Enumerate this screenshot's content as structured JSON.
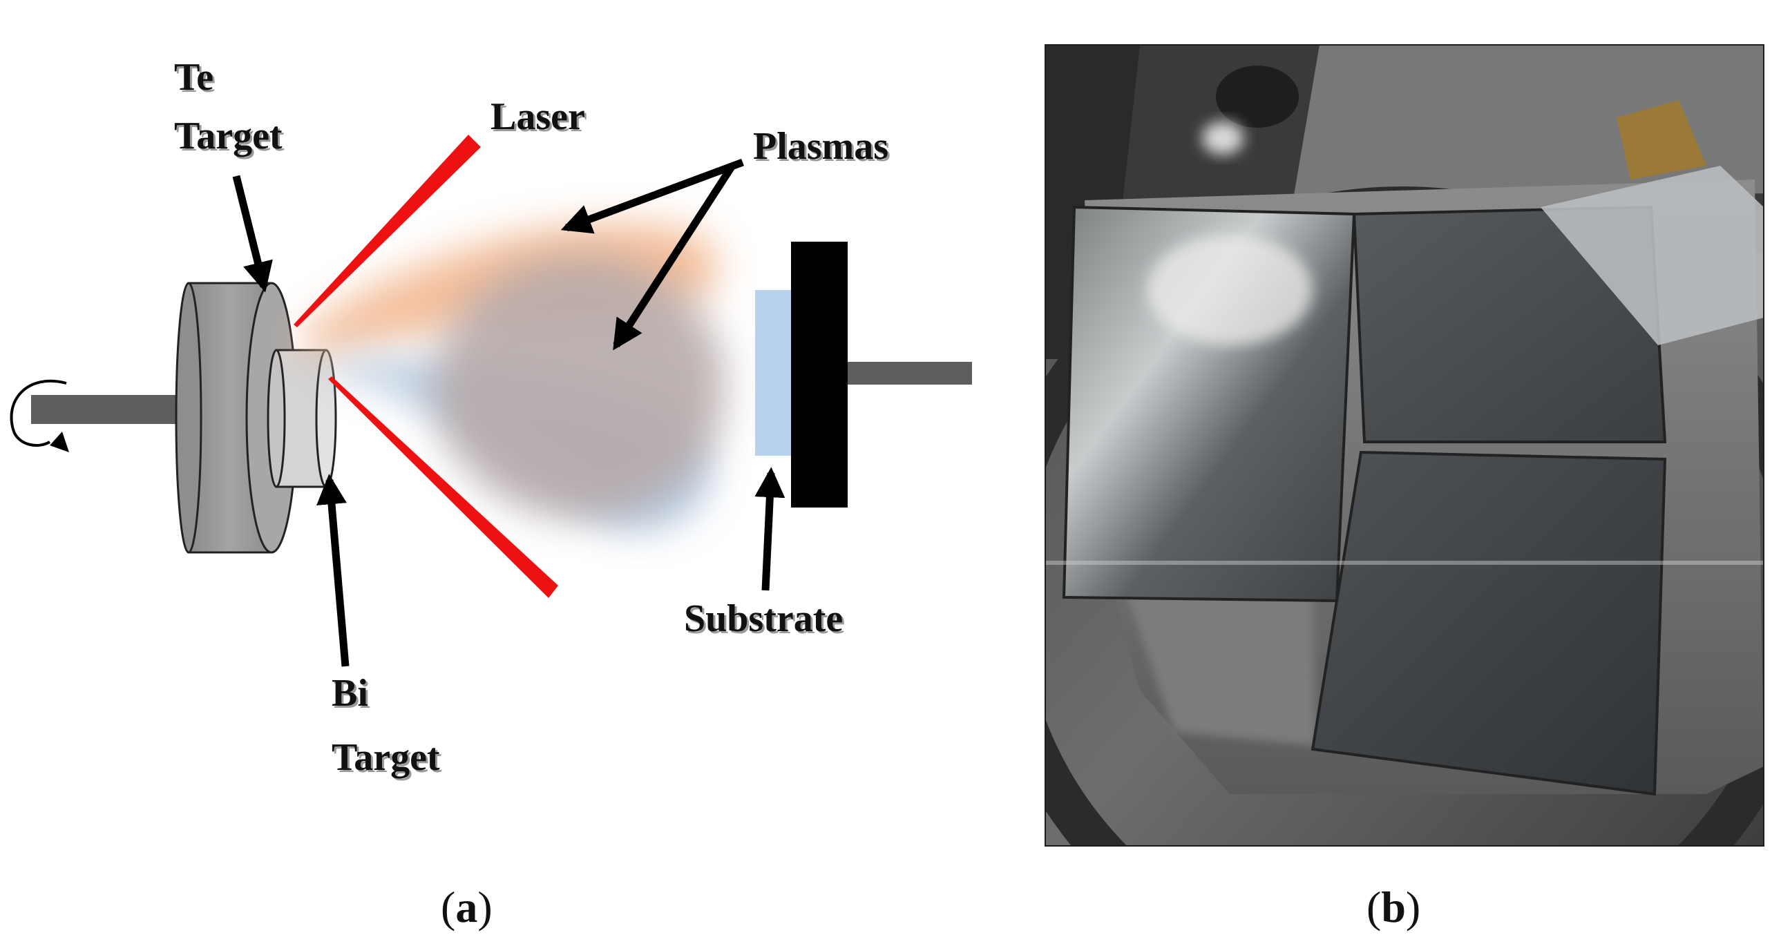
{
  "panel_a": {
    "caption_open": "(",
    "caption_letter": "a",
    "caption_close": ")",
    "labels": {
      "te_target_line1": "Te",
      "te_target_line2": "Target",
      "laser": "Laser",
      "plasmas": "Plasmas",
      "substrate": "Substrate",
      "bi_target_line1": "Bi",
      "bi_target_line2": "Target"
    },
    "colors": {
      "laser": "#ee1111",
      "rod": "#5e5e5e",
      "te_target": "#9c9c9c",
      "bi_target": "#d4d4d4",
      "plasma_orange": "#f2b48a",
      "plasma_blue": "#a8bfd8",
      "plasma_mix": "#b7aaaa",
      "substrate": "#b7d2ec",
      "holder": "#000000"
    },
    "icons": [
      "rotation-arrow-icon"
    ]
  },
  "panel_b": {
    "caption_open": "(",
    "caption_letter": "b",
    "caption_close": ")",
    "content": "photograph of deposited film samples on substrate holder"
  }
}
